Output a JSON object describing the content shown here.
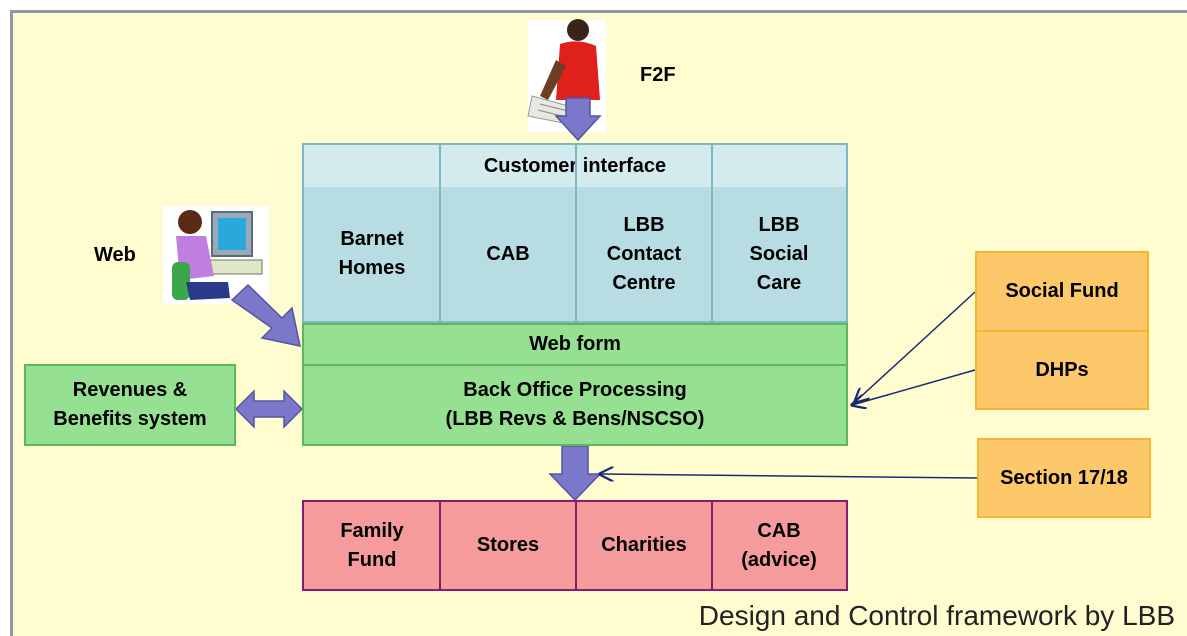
{
  "channels": {
    "f2f": "F2F",
    "web": "Web"
  },
  "customer_interface": {
    "header": "Customer interface",
    "cells": [
      "Barnet\nHomes",
      "CAB",
      "LBB\nContact\nCentre",
      "LBB\nSocial\nCare"
    ]
  },
  "web_form": "Web form",
  "back_office": "Back Office Processing\n(LBB Revs & Bens/NSCSO)",
  "revenues_system": "Revenues &\nBenefits system",
  "funds": {
    "social_fund": "Social Fund",
    "dhps": "DHPs",
    "section": "Section 17/18"
  },
  "providers": [
    "Family\nFund",
    "Stores",
    "Charities",
    "CAB\n(advice)"
  ],
  "caption": "Design and Control framework by LBB",
  "colors": {
    "background": "#fffdd0",
    "customer_interface": "#b7dde3",
    "green": "#95e191",
    "orange": "#fdc86a",
    "pink": "#f59b9c",
    "arrow": "#7b78cc"
  }
}
